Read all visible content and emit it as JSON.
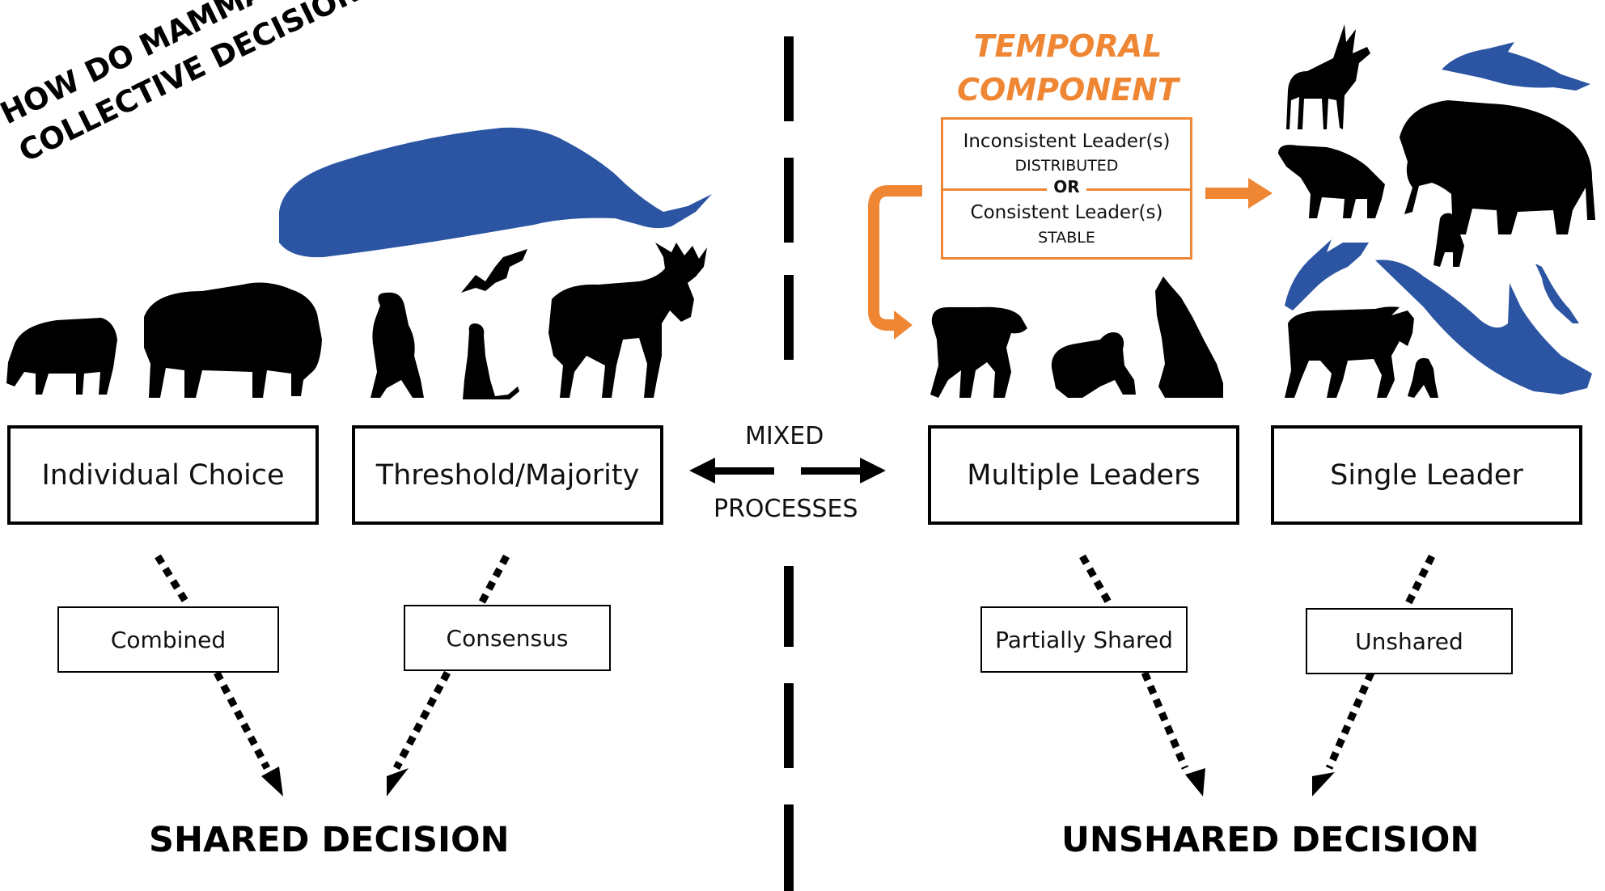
{
  "title": {
    "line1": "HOW DO MAMMALS MAKE",
    "line2": "COLLECTIVE DECISIONS?"
  },
  "temporal": {
    "heading_line1": "TEMPORAL",
    "heading_line2": "COMPONENT",
    "inconsistent": "Inconsistent Leader(s)",
    "distributed": "DISTRIBUTED",
    "or": "OR",
    "consistent": "Consistent Leader(s)",
    "stable": "STABLE",
    "color": "#ef8633"
  },
  "mechanisms": [
    {
      "label": "Individual Choice"
    },
    {
      "label": "Threshold/Majority"
    },
    {
      "label": "Multiple Leaders"
    },
    {
      "label": "Single Leader"
    }
  ],
  "mixed": {
    "line1": "MIXED",
    "line2": "PROCESSES"
  },
  "outcomes": [
    {
      "label": "Combined"
    },
    {
      "label": "Consensus"
    },
    {
      "label": "Partially Shared"
    },
    {
      "label": "Unshared"
    }
  ],
  "decisions": {
    "shared": "SHARED DECISION",
    "unshared": "UNSHARED DECISION"
  },
  "colors": {
    "silhouette": "#000000",
    "marine_blue": "#2b55a3",
    "accent_orange": "#ef8633"
  },
  "icons": [
    "sheep-icon",
    "bison-icon",
    "sperm-whale-icon",
    "bat-icon",
    "baboon-icon",
    "meerkat-icon",
    "moose-icon",
    "mandrill-icon",
    "monkey-icon",
    "wolf-icon",
    "gazelle-icon",
    "dolphin-icon",
    "hyena-icon",
    "elephant-icon",
    "lemur-icon",
    "orca-icon",
    "zebra-icon"
  ]
}
